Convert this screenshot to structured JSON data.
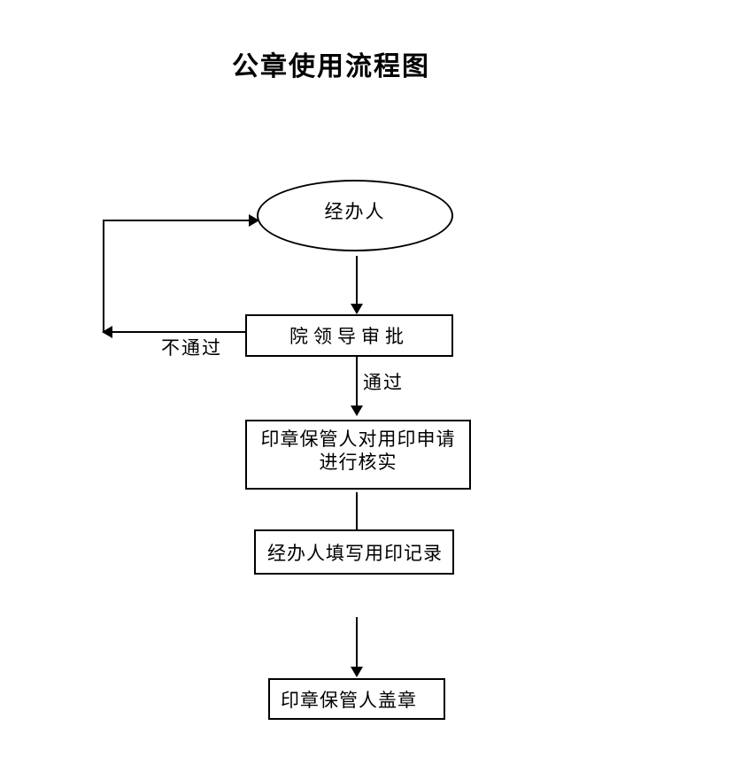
{
  "page": {
    "background_color": "#ffffff",
    "stroke_color": "#000000",
    "text_color": "#000000"
  },
  "flowchart": {
    "title": "公章使用流程图",
    "nodes": [
      {
        "id": "handler",
        "shape": "ellipse",
        "label": "经办人"
      },
      {
        "id": "approval",
        "shape": "rect",
        "label": "院领导审批"
      },
      {
        "id": "verify",
        "shape": "rect",
        "label_line1": "印章保管人对用印申请",
        "label_line2": "进行核实"
      },
      {
        "id": "record",
        "shape": "rect",
        "label": "经办人填写用印记录"
      },
      {
        "id": "stamp",
        "shape": "rect",
        "label": "印章保管人盖章"
      }
    ],
    "edges": [
      {
        "from": "handler",
        "to": "approval",
        "label": ""
      },
      {
        "from": "approval",
        "to": "verify",
        "label": "通过"
      },
      {
        "from": "approval",
        "to": "handler",
        "label": "不通过"
      },
      {
        "from": "verify",
        "to": "record",
        "label": ""
      },
      {
        "from": "record",
        "to": "stamp",
        "label": ""
      }
    ]
  }
}
